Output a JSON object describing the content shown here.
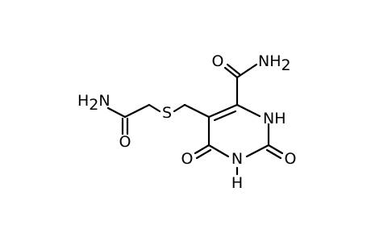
{
  "molecule": {
    "atoms": {
      "thioether_s": "S",
      "amide1_o": "O",
      "amide1_n": "H",
      "amide1_n_sub": "2",
      "amide1_n_suffix": "N",
      "amide2_o": "O",
      "amide2_n": "NH",
      "amide2_n_sub": "2",
      "ring_n1": "NH",
      "ring_n3_n": "N",
      "ring_n3_h": "H",
      "ring_o2": "O",
      "ring_o4": "O"
    }
  }
}
